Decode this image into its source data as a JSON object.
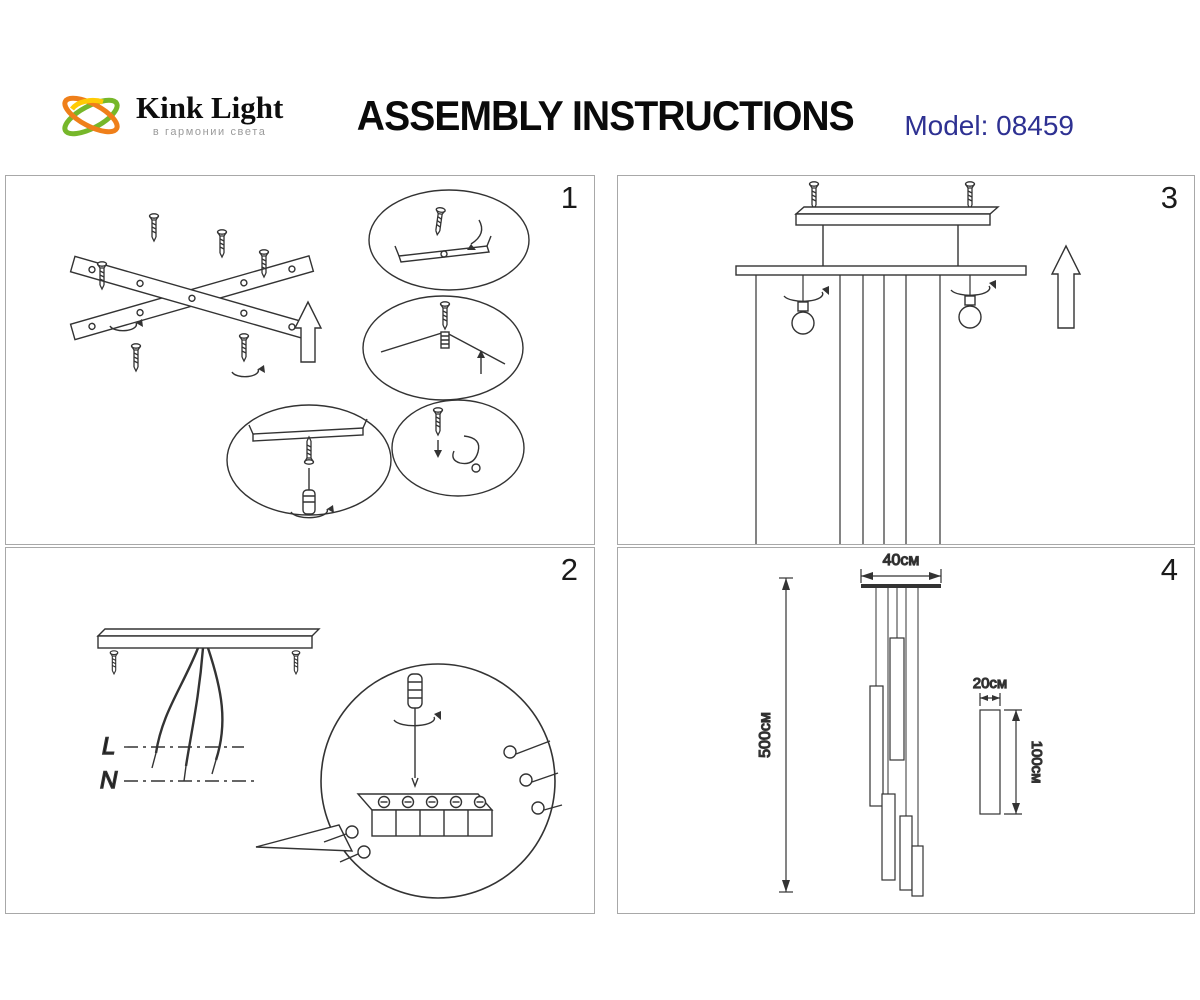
{
  "header": {
    "brand": "Kink Light",
    "tagline": "в гармонии света",
    "title": "ASSEMBLY INSTRUCTIONS",
    "model": "Model: 08459"
  },
  "colors": {
    "model_text": "#2e3192",
    "logo_green": "#76b72a",
    "logo_orange": "#ef7f1a",
    "logo_yellow": "#ffcb05",
    "line_art": "#333333",
    "panel_border": "#a8a8a8"
  },
  "panels": {
    "p1": {
      "number": "1"
    },
    "p2": {
      "number": "2",
      "wire_labels": {
        "live": "L",
        "neutral": "N"
      }
    },
    "p3": {
      "number": "3"
    },
    "p4": {
      "number": "4",
      "dimensions": {
        "drop_height": "500см",
        "canopy_width": "40см",
        "tube_diameter": "20см",
        "tube_height": "100см"
      }
    }
  }
}
